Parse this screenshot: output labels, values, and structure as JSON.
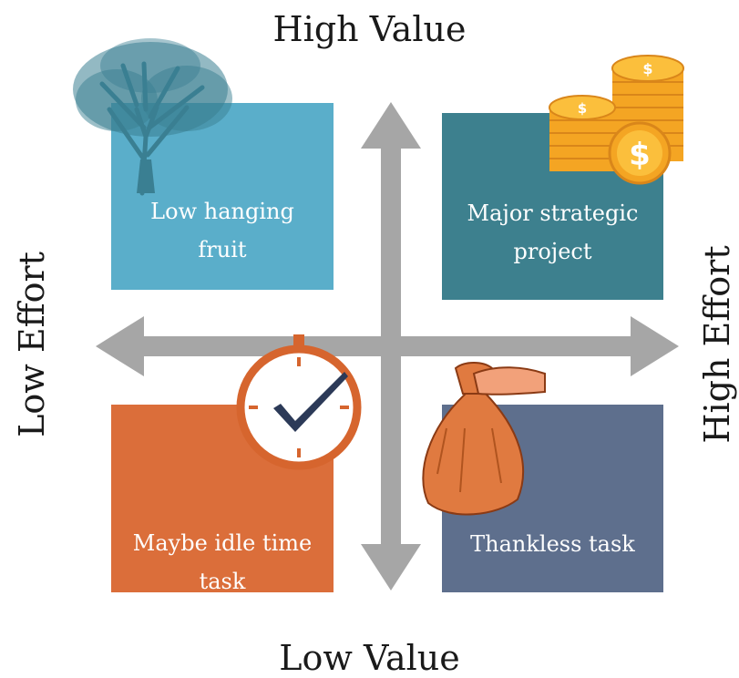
{
  "axes": {
    "top": "High Value",
    "bottom": "Low Value",
    "left": "Low Effort",
    "right": "High Effort"
  },
  "quadrants": {
    "top_left": {
      "label": "Low hanging fruit",
      "color": "#5aaeca",
      "icon": "tree-icon"
    },
    "top_right": {
      "label": "Major strategic project",
      "color": "#3d808e",
      "icon": "gold-coins-icon"
    },
    "bottom_left": {
      "label": "Maybe idle time task",
      "color": "#db6e3a",
      "icon": "clock-checkmark-icon"
    },
    "bottom_right": {
      "label": "Thankless task",
      "color": "#5e6f8d",
      "icon": "trash-bag-icon"
    }
  },
  "colors": {
    "arrow": "#a6a6a6",
    "coin": "#f4a523",
    "text": "#1a1a1a"
  }
}
